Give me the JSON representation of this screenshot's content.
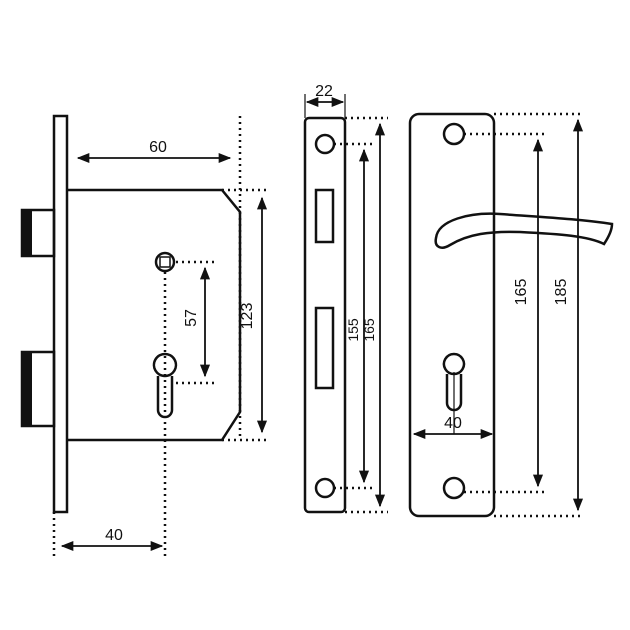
{
  "colors": {
    "ink": "#111111",
    "background": "#ffffff"
  },
  "dimensions": {
    "lock_backset_width": "60",
    "lock_body_height": "123",
    "keyhole_to_spindle": "57",
    "backset": "40",
    "striker_width": "22",
    "striker_hole_spacing": "155",
    "striker_length": "165",
    "plate_hole_spacing": "165",
    "plate_length": "185",
    "plate_keyhole_offset": "40"
  }
}
